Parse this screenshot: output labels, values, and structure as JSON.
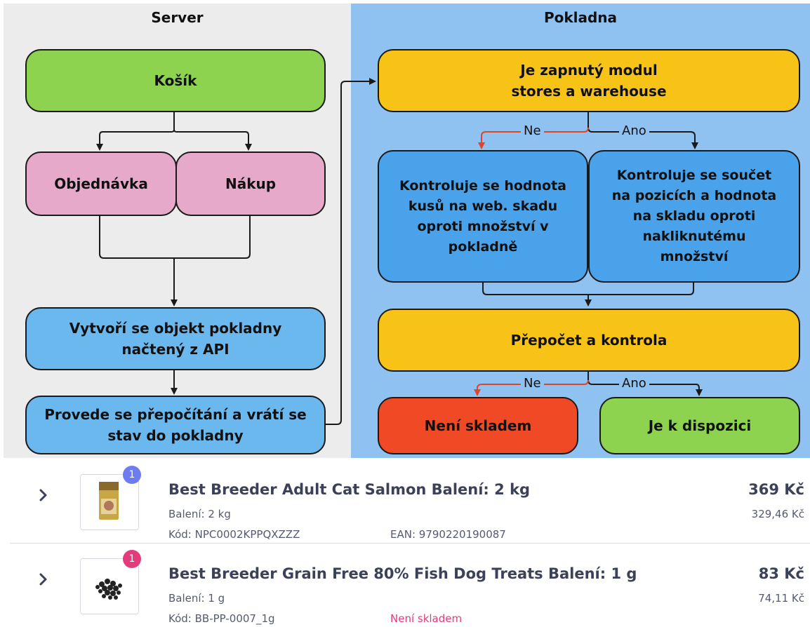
{
  "diagram": {
    "server_title": "Server",
    "pos_title": "Pokladna",
    "nodes": {
      "kosik": "Košík",
      "objednavka": "Objednávka",
      "nakup": "Nákup",
      "vytvori": "Vytvoří se objekt pokladny\nnačtený z API",
      "provede": "Provede se přepočítání a vrátí se\nstav do pokladny",
      "modul": "Je zapnutý modul\nstores a warehouse",
      "kontrola_web": "Kontroluje se hodnota\nkusů na web. skadu\noproti množství v\npokladně",
      "kontrola_soucet": "Kontroluje se součet\nna pozicích a hodnota\nna skladu oproti\nnakliknutému\nmnožství",
      "prepocet": "Přepočet a kontrola",
      "neni": "Není skladem",
      "dispozici": "Je k dispozici"
    },
    "edge_labels": {
      "ne_1": "Ne",
      "ano_1": "Ano",
      "ne_2": "Ne",
      "ano_2": "Ano"
    },
    "colors": {
      "server_bg": "#ececec",
      "pos_bg": "#8fc2f0",
      "green": "#8ed34f",
      "pink": "#e6a9c9",
      "blue": "#6bb8ee",
      "yellow": "#f7c317",
      "red": "#ef4a25",
      "no_arrow": "#e0452a"
    }
  },
  "cart": {
    "items": [
      {
        "title": "Best Breeder Adult Cat Salmon Balení: 2 kg",
        "variant": "Balení: 2 kg",
        "code": "Kód: NPC0002KPPQXZZZ",
        "extra": "EAN: 9790220190087",
        "price": "369 Kč",
        "price_sub": "329,46 Kč",
        "badge": "1",
        "badge_color": "#6d7cf0"
      },
      {
        "title": "Best Breeder Grain Free 80% Fish Dog Treats Balení: 1 g",
        "variant": "Balení: 1 g",
        "code": "Kód: BB-PP-0007_1g",
        "extra": "Není skladem",
        "price": "83 Kč",
        "price_sub": "74,11 Kč",
        "badge": "1",
        "badge_color": "#e23d7a"
      }
    ]
  }
}
